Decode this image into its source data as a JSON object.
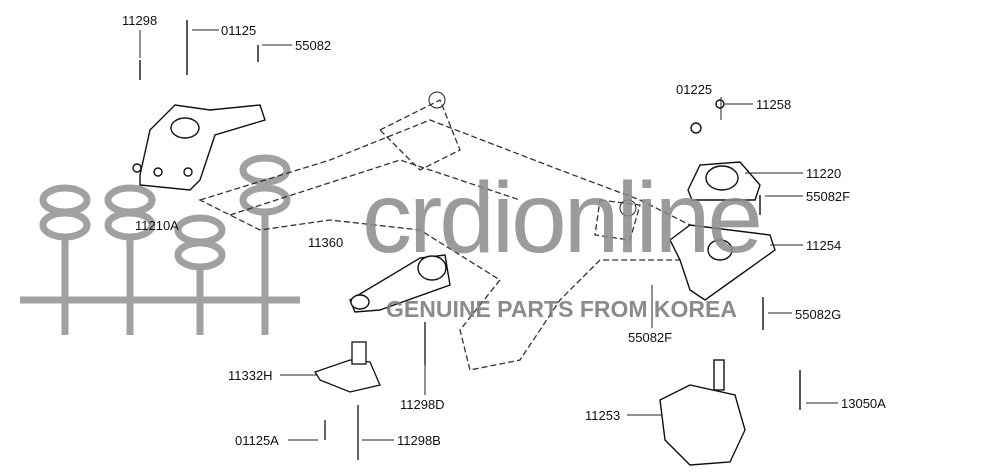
{
  "diagram": {
    "title": "Engine mounting parts",
    "watermark": {
      "brand": "crdionline",
      "tagline": "GENUINE PARTS FROM KOREA"
    },
    "part_labels": [
      {
        "id": "p1",
        "code": "11298"
      },
      {
        "id": "p2",
        "code": "01125"
      },
      {
        "id": "p3",
        "code": "55082"
      },
      {
        "id": "p4",
        "code": "11210A"
      },
      {
        "id": "p5",
        "code": "11360"
      },
      {
        "id": "p6",
        "code": "01225"
      },
      {
        "id": "p7",
        "code": "11258"
      },
      {
        "id": "p8",
        "code": "11220"
      },
      {
        "id": "p9",
        "code": "55082F"
      },
      {
        "id": "p10",
        "code": "11254"
      },
      {
        "id": "p11",
        "code": "55082F"
      },
      {
        "id": "p12",
        "code": "55082G"
      },
      {
        "id": "p13",
        "code": "11332H"
      },
      {
        "id": "p14",
        "code": "11298D"
      },
      {
        "id": "p15",
        "code": "11253"
      },
      {
        "id": "p16",
        "code": "13050A"
      },
      {
        "id": "p17",
        "code": "01125A"
      },
      {
        "id": "p18",
        "code": "11298B"
      }
    ]
  }
}
